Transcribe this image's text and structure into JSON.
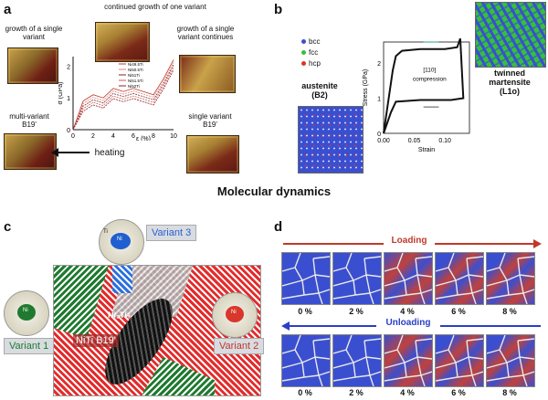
{
  "panels": {
    "a": "a",
    "b": "b",
    "c": "c",
    "d": "d"
  },
  "panel_a": {
    "label_top": "continued growth of one variant",
    "label_tl": "growth of a single variant",
    "label_tr": "growth of a single variant continues",
    "label_bl": "multi-variant B19'",
    "label_br": "single variant B19'",
    "heating": "heating",
    "ylabel": "σ (GPa)",
    "xlabel": "ε (%)",
    "legend": [
      "Ni49.5Ti",
      "Ni50.5Ti",
      "Ni51Ti",
      "Ni51.5Ti",
      "Ni52Ti"
    ],
    "chart_data": {
      "type": "line",
      "xlabel": "ε (%)",
      "ylabel": "σ (GPa)",
      "xticks": [
        0,
        2,
        4,
        6,
        8,
        10
      ],
      "yticks": [
        0,
        1,
        2
      ],
      "xlim": [
        0,
        10
      ],
      "ylim": [
        0,
        2.3
      ]
    }
  },
  "panel_b": {
    "legend": [
      "bcc",
      "fcc",
      "hcp"
    ],
    "legend_colors": [
      "#3a4fd0",
      "#35c13a",
      "#d9362c"
    ],
    "austenite": "austenite",
    "austenite_sub": "(B2)",
    "twinned": "twinned",
    "martensite": "martensite",
    "martensite_sub": "(L1o)",
    "annotation_1": "[110]",
    "annotation_2": "compression",
    "chart_data": {
      "type": "line",
      "xlabel": "Strain",
      "ylabel": "Stress (GPa)",
      "xticks": [
        "0.00",
        "0.05",
        "0.10"
      ],
      "yticks": [
        "0",
        "1",
        "2"
      ],
      "xlim": [
        0,
        0.14
      ],
      "ylim": [
        0,
        2.6
      ]
    }
  },
  "title_md": "Molecular dynamics",
  "panel_c": {
    "variant1": "Variant 1",
    "variant2": "Variant 2",
    "variant3": "Variant 3",
    "center_label": "Ni₂Ti₃",
    "nititag": "NiTi B19'",
    "ni": "Ni",
    "ti": "Ti"
  },
  "panel_d": {
    "loading": "Loading",
    "unloading": "Unloading",
    "strains_top": [
      "0 %",
      "2 %",
      "4 %",
      "6 %",
      "8 %"
    ],
    "strains_bottom": [
      "0 %",
      "2 %",
      "4 %",
      "6 %",
      "8 %"
    ]
  }
}
